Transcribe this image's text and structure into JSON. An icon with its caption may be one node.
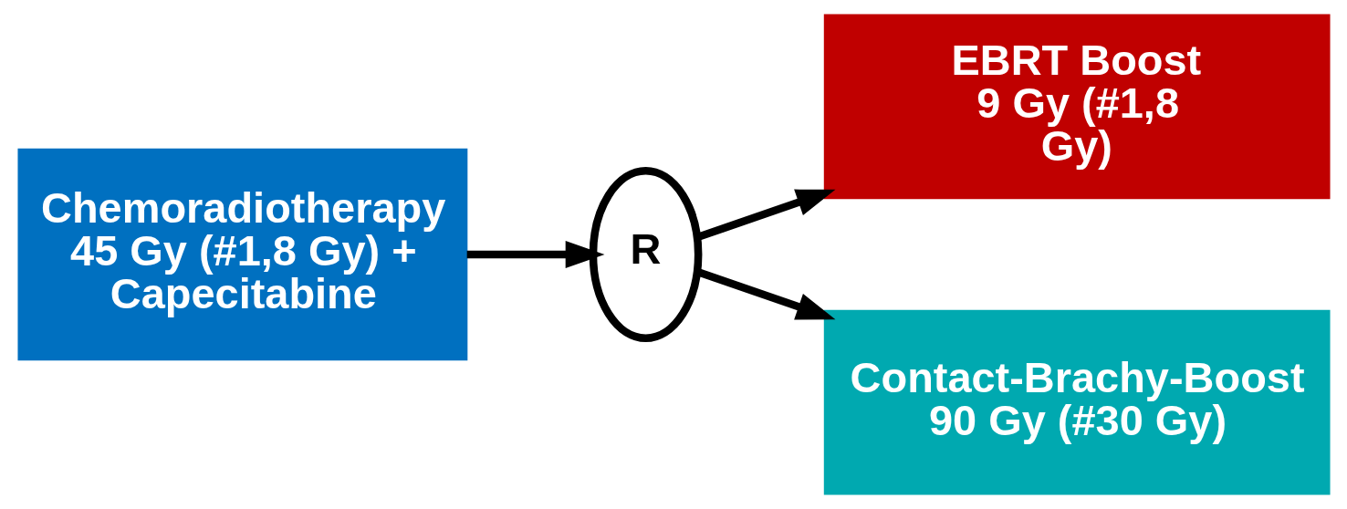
{
  "diagram": {
    "nodes": [
      {
        "text": [
          "Chemoradiotherapy 45 Gy (#1,8 Gy) + Capecitabine"
        ]
      },
      {
        "text": [
          "R"
        ]
      },
      {
        "text": [
          "EBRT Boost 9 Gy (#1,8 Gy)"
        ]
      },
      {
        "text": [
          "Contact-Brachy-Boost 90 Gy (#30 Gy)"
        ]
      }
    ],
    "edges": [
      {
        "from": 0,
        "to": 1,
        "arrow": "to"
      },
      {
        "from": 1,
        "to": 2,
        "arrow": "to"
      },
      {
        "from": 1,
        "to": 3,
        "arrow": "to"
      }
    ]
  }
}
